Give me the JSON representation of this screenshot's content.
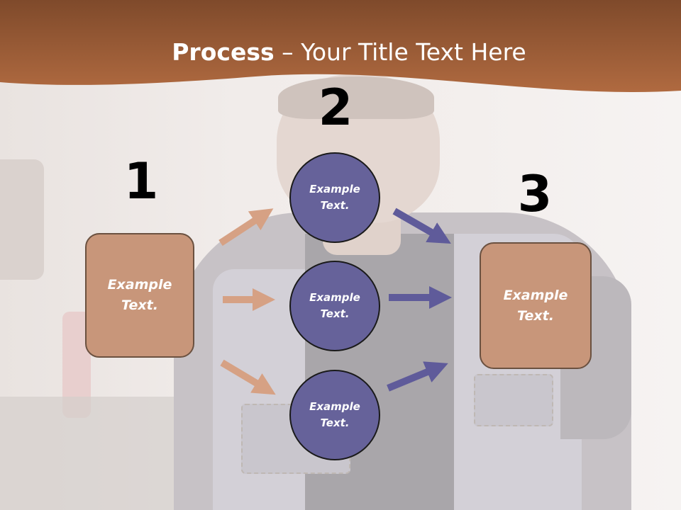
{
  "header": {
    "title_bold": "Process",
    "title_rest": " – Your Title Text Here",
    "color": "#a9633a"
  },
  "steps": [
    {
      "number": "1",
      "label": "Example\nText."
    },
    {
      "number": "2"
    },
    {
      "number": "3",
      "label": "Example\nText."
    }
  ],
  "circles": [
    {
      "label": "Example\nText."
    },
    {
      "label": "Example\nText."
    },
    {
      "label": "Example\nText."
    }
  ],
  "colors": {
    "box_fill": "#c8967a",
    "box_border": "#6b5140",
    "circle_fill": "#66629a",
    "arrow_left": "#d6a184",
    "arrow_right": "#5f5b9a"
  }
}
